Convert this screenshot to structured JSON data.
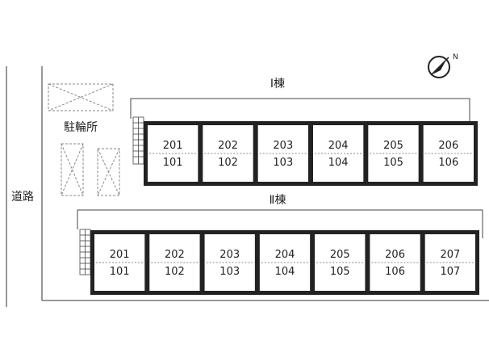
{
  "labels": {
    "road": "道路",
    "bicycle_parking": "駐輪所",
    "building_1": "Ⅰ棟",
    "building_2": "Ⅱ棟",
    "compass": "N"
  },
  "building_1_units": [
    {
      "upper": "201",
      "lower": "101"
    },
    {
      "upper": "202",
      "lower": "102"
    },
    {
      "upper": "203",
      "lower": "103"
    },
    {
      "upper": "204",
      "lower": "104"
    },
    {
      "upper": "205",
      "lower": "105"
    },
    {
      "upper": "206",
      "lower": "106"
    }
  ],
  "building_2_units": [
    {
      "upper": "201",
      "lower": "101"
    },
    {
      "upper": "202",
      "lower": "102"
    },
    {
      "upper": "203",
      "lower": "103"
    },
    {
      "upper": "204",
      "lower": "104"
    },
    {
      "upper": "205",
      "lower": "105"
    },
    {
      "upper": "206",
      "lower": "106"
    },
    {
      "upper": "207",
      "lower": "107"
    }
  ],
  "colors": {
    "line": "#222222",
    "dashed": "#888888",
    "background": "#ffffff"
  }
}
